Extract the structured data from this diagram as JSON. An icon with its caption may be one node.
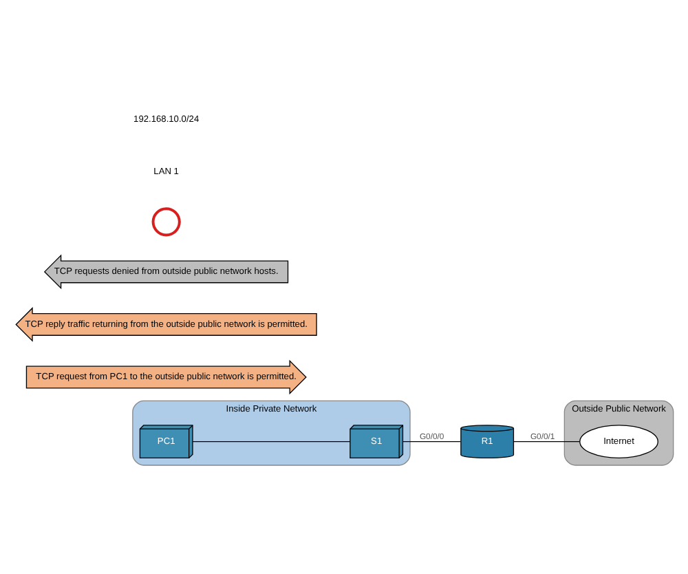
{
  "diagram": {
    "nodes": [
      {
        "text": [
          "Inside Private Network"
        ]
      },
      {
        "text": [
          "PC1"
        ],
        "in": 0
      },
      {
        "text": [
          "S1"
        ],
        "in": 0
      },
      {
        "text": [
          "Outside Public Network"
        ]
      },
      {
        "text": [
          "Internet"
        ],
        "in": 3
      },
      {
        "text": [
          "R1"
        ]
      },
      {
        "text": [
          "TCP request from PC1 to the outside public network is permitted."
        ]
      },
      {
        "text": [
          "TCP reply traffic returning from the outside public network is permitted."
        ]
      },
      {
        "text": [
          "TCP requests denied from outside public network hosts."
        ]
      },
      {
        "text": [],
        "shape": "circle"
      }
    ],
    "edges": [
      {
        "from": 1,
        "to": 2,
        "arrow": "none"
      },
      {
        "from": 2,
        "to": 5,
        "arrow": "none",
        "label": "G0/0/0"
      },
      {
        "from": 5,
        "to": 4,
        "arrow": "none",
        "label": "G0/0/1"
      }
    ],
    "labels": [
      "LAN 1",
      "192.168.10.0/24"
    ]
  }
}
